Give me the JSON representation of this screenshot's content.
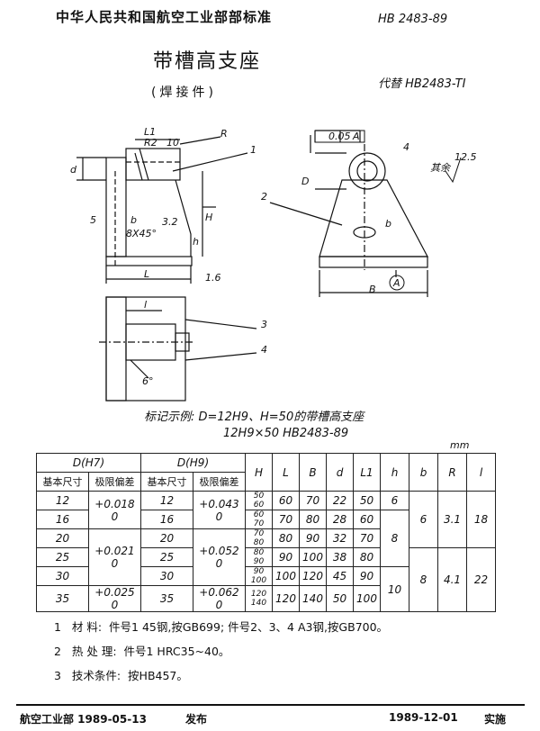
{
  "header": {
    "org": "中华人民共和国航空工业部部标准",
    "std_no": "HB 2483-89",
    "title": "带槽高支座",
    "subtitle": "(焊接件)",
    "replaces": "代替 HB2483-TI"
  },
  "drawing": {
    "labels": {
      "L1": "L1",
      "R2": "R2",
      "R": "R",
      "ten": "10",
      "d": "d",
      "five": "5",
      "b": "b",
      "chamfer": "8X45°",
      "H": "H",
      "h": "h",
      "L": "L",
      "L_small": "l",
      "B": "B",
      "D": "D",
      "six_deg": "6°",
      "callout1": "1",
      "callout2": "2",
      "callout3": "3",
      "callout4": "4",
      "tol": "0.05",
      "datum": "A",
      "datum_circle": "A",
      "four": "4",
      "rough_all": "其余",
      "rough_val": "12.5",
      "r_16": "1.6",
      "r_32": "3.2"
    }
  },
  "example": {
    "line1": "标记示例:  D=12H9、H=50的带槽高支座",
    "line2": "12H9×50  HB2483-89"
  },
  "unit": "mm",
  "table": {
    "group_D_HT": "D(H7)",
    "group_D_H9": "D(H9)",
    "col_basic": "基本尺寸",
    "col_dev": "极限偏差",
    "col_H": "H",
    "col_L": "L",
    "col_B": "B",
    "col_d": "d",
    "col_L1": "L1",
    "col_h": "h",
    "col_b": "b",
    "col_R": "R",
    "col_l": "l",
    "rows": [
      {
        "d1": "12",
        "d2": "12",
        "H": [
          "50",
          "60"
        ],
        "L": "60",
        "B": "70",
        "d": "22",
        "L1": "50"
      },
      {
        "d1": "16",
        "d2": "16",
        "H": [
          "60",
          "70"
        ],
        "L": "70",
        "B": "80",
        "d": "28",
        "L1": "60"
      },
      {
        "d1": "20",
        "d2": "20",
        "H": [
          "70",
          "80"
        ],
        "L": "80",
        "B": "90",
        "d": "32",
        "L1": "70"
      },
      {
        "d1": "25",
        "d2": "25",
        "H": [
          "80",
          "90"
        ],
        "L": "90",
        "B": "100",
        "d": "38",
        "L1": "80"
      },
      {
        "d1": "30",
        "d2": "30",
        "H": [
          "90",
          "100"
        ],
        "L": "100",
        "B": "120",
        "d": "45",
        "L1": "90"
      },
      {
        "d1": "35",
        "d2": "35",
        "H": [
          "120",
          "140"
        ],
        "L": "120",
        "B": "140",
        "d": "50",
        "L1": "100"
      }
    ],
    "dev1_a": "+0.018",
    "dev1_a0": "0",
    "dev1_b": "+0.021",
    "dev1_b0": "0",
    "dev1_c": "+0.025",
    "dev1_c0": "0",
    "dev2_a": "+0.043",
    "dev2_a0": "0",
    "dev2_b": "+0.052",
    "dev2_b0": "0",
    "dev2_c": "+0.062",
    "dev2_c0": "0",
    "h_a": "6",
    "h_b": "8",
    "h_c": "10",
    "b_a": "6",
    "b_b": "8",
    "R_a": "3.1",
    "R_b": "4.1",
    "l_a": "18",
    "l_b": "22"
  },
  "notes": [
    {
      "num": "1",
      "label": "材    料:",
      "text": "件号1 45钢,按GB699;    件号2、3、4  A3钢,按GB700。"
    },
    {
      "num": "2",
      "label": "热 处 理:",
      "text": "件号1 HRC35~40。"
    },
    {
      "num": "3",
      "label": "技术条件:",
      "text": "按HB457。"
    }
  ],
  "footer": {
    "issuer": "航空工业部 1989-05-13",
    "issued": "发布",
    "effective_date": "1989-12-01",
    "effective": "实施"
  }
}
